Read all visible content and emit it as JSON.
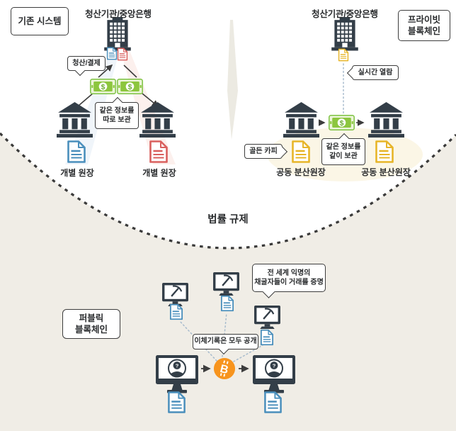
{
  "symbols": {
    "dollar": "$",
    "question": "?",
    "bitcoin_b": "B"
  },
  "colors": {
    "outside_background": "#f0ede6",
    "icon_dark": "#333e48",
    "blue_doc": "#4a8fbc",
    "red_doc": "#d9605e",
    "yellow_doc": "#e7b529",
    "green_money": "#7dc242",
    "bitcoin_orange": "#f7941d",
    "border_dark": "#3d3d3d"
  },
  "legacy": {
    "box_label": "기존 시스템",
    "title": "청산기관/중앙은행",
    "bubble_clearing": "청산/결제",
    "bubble_separate_line1": "같은 정보를",
    "bubble_separate_line2": "따로 보관",
    "ledger_left": "개별 원장",
    "ledger_right": "개별 원장"
  },
  "private_chain": {
    "title": "청산기관/중앙은행",
    "box_line1": "프라이빗",
    "box_line2": "블록체인",
    "bubble_realtime": "실시간 열람",
    "bubble_golden": "골든 카피",
    "bubble_together_line1": "같은 정보를",
    "bubble_together_line2": "같이 보관",
    "ledger_left": "공동 분산원장",
    "ledger_right": "공동 분산원장"
  },
  "regulation": {
    "label": "법률 규제"
  },
  "public_chain": {
    "box_line1": "퍼블릭",
    "box_line2": "블록체인",
    "bubble_miners_line1": "전 세계 익명의",
    "bubble_miners_line2": "채굴자들이 거래를 증명",
    "bubble_open": "이체기록은 모두 공개"
  }
}
